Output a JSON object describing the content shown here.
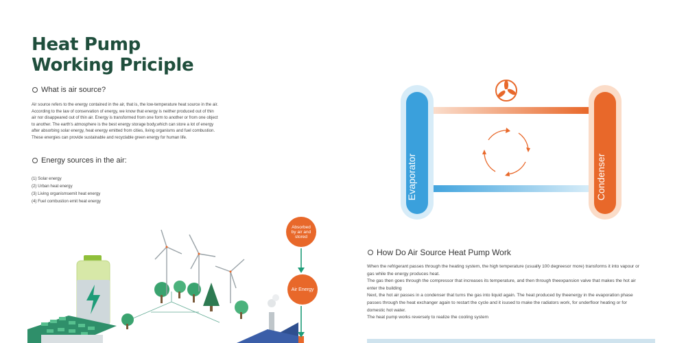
{
  "title": {
    "line1": "Heat Pump",
    "line2": "Working Priciple"
  },
  "section_air_source": {
    "heading": "What is air source?",
    "body": [
      "Air source refers to the energy contained in the air, that is, the low-temperature heat source in the air.",
      "According to the law of conservation of energy, we know that energy is neither produced out of thin",
      "air nor disappeared out of thin air. Energy is transformed from one form to another or from one object",
      "to another. The earth's atmosphere is the best energy storage body,which can store a lot of energy",
      "after absorbing solar energy, heat energy emitted from cities, living organisms and fuel combustion.",
      "These energies can provide sustainable and recyclable green energy for human life."
    ]
  },
  "section_energy_sources": {
    "heading": "Energy sources in the air:",
    "items": [
      "(1) Solar energy",
      "(2) Urban heat energy",
      "(3) Living organismsemit heat energy",
      "(4) Fuel combustion emit heat energy"
    ]
  },
  "flow": {
    "node1": "Absorbed by air and stored",
    "node2": "Air Energy"
  },
  "diagram": {
    "evaporator": "Evaporator",
    "condenser": "Condenser",
    "colors": {
      "cold": "#3aa0dc",
      "hot": "#e8682a"
    }
  },
  "section_how": {
    "heading": "How Do Air Source Heat Pump Work",
    "body": [
      "When the refrigerant passes through the heating system, the high temperature (usually 100 degreesor more) transforms it into vapour or",
      "gas while the energy produces heat.",
      "The gas then goes through the compressor that increases its temperature, and then through theexpansion valve that makes the hot air",
      "enter the building",
      "Next, the hot air passes in a condenser that turns the gas into liquid again. The heat produced by theenergy in the evaporation phase",
      "passes through the heat exchanger again to restart the cycle and it isused to make the radiators work, for underfloor heating or for",
      "domestic hot water.",
      "The heat pump works reversely to realize the cooling system"
    ]
  }
}
